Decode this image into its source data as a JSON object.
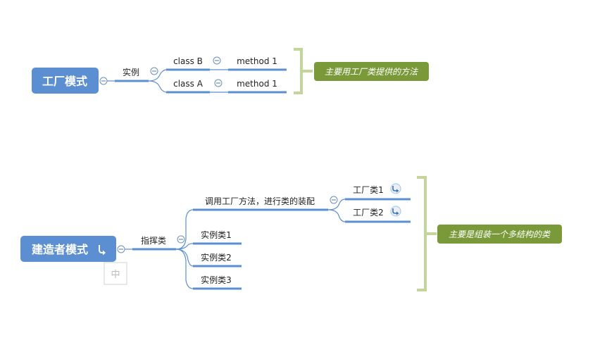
{
  "factory_map": {
    "root": "工厂模式",
    "branch": "实例",
    "classes": [
      {
        "label": "class B",
        "method": "method 1"
      },
      {
        "label": "class A",
        "method": "method 1"
      }
    ],
    "note": "主要用工厂类提供的方法"
  },
  "builder_map": {
    "root": "建造者模式",
    "branch": "指挥类",
    "call_node": "调用工厂方法，进行类的装配",
    "factory_classes": [
      "工厂类1",
      "工厂类2"
    ],
    "instance_classes": [
      "实例类1",
      "实例类2",
      "实例类3"
    ],
    "note": "主要是组装一个多结构的类"
  },
  "ime_indicator": "中",
  "colors": {
    "root_blue": "#5b8fd1",
    "line_blue": "#5b8fd1",
    "note_green": "#7a9a3a",
    "bracket_green": "#c2d59b"
  },
  "icons": {
    "collapse": "minus-circle-icon",
    "link": "link-arrow-icon",
    "root_link": "link-arrow-icon"
  }
}
